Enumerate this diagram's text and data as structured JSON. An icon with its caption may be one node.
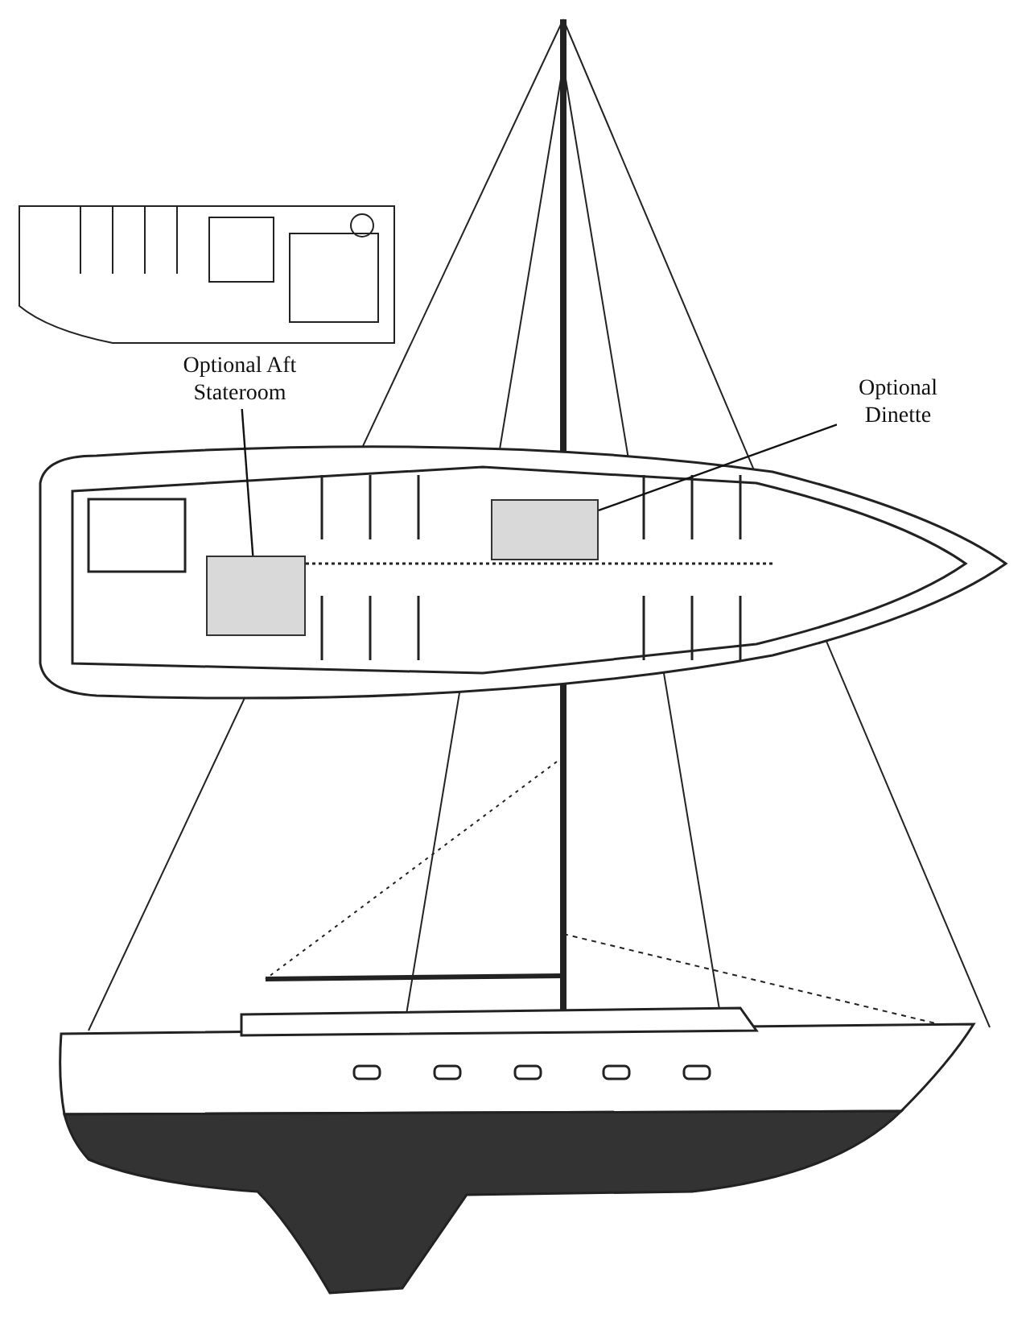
{
  "diagram": {
    "nodes": [
      {
        "text": [
          "Optional Aft Stateroom"
        ]
      },
      {
        "text": [],
        "shape": "box"
      },
      {
        "text": [
          "Optional Dinette"
        ]
      },
      {
        "text": [],
        "shape": "box"
      }
    ],
    "edges": [
      {
        "from": 0,
        "to": 1,
        "arrow": "none"
      },
      {
        "from": 2,
        "to": 3,
        "arrow": "none"
      }
    ]
  }
}
